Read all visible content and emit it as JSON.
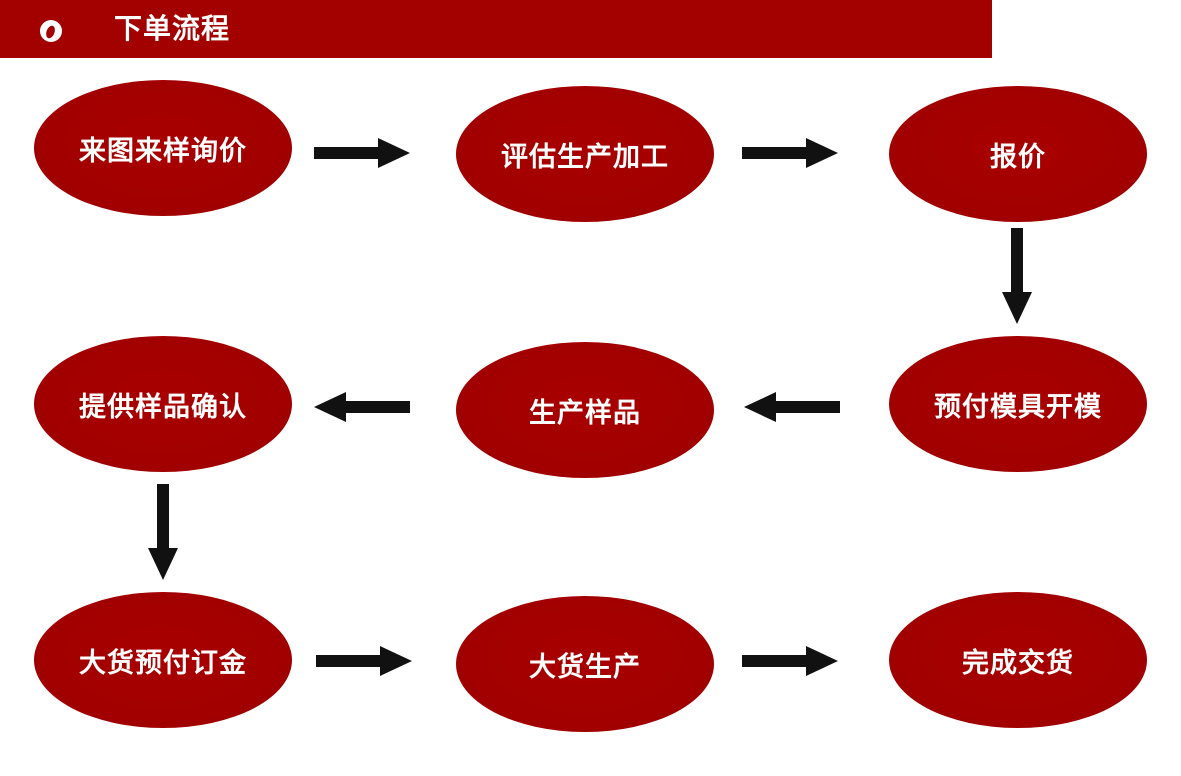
{
  "header": {
    "title": "下单流程",
    "logo_icon": "circle-logo-icon",
    "bar_color": "#a30000"
  },
  "colors": {
    "step_fill": "#a30000",
    "step_text": "#ffffff",
    "arrow": "#111111"
  },
  "steps": [
    {
      "label": "来图来样询价"
    },
    {
      "label": "评估生产加工"
    },
    {
      "label": "报价"
    },
    {
      "label": "预付模具开模"
    },
    {
      "label": "生产样品"
    },
    {
      "label": "提供样品确认"
    },
    {
      "label": "大货预付订金"
    },
    {
      "label": "大货生产"
    },
    {
      "label": "完成交货"
    }
  ],
  "arrows": [
    {
      "from": 0,
      "to": 1,
      "direction": "right"
    },
    {
      "from": 1,
      "to": 2,
      "direction": "right"
    },
    {
      "from": 2,
      "to": 3,
      "direction": "down"
    },
    {
      "from": 3,
      "to": 4,
      "direction": "left"
    },
    {
      "from": 4,
      "to": 5,
      "direction": "left"
    },
    {
      "from": 5,
      "to": 6,
      "direction": "down"
    },
    {
      "from": 6,
      "to": 7,
      "direction": "right"
    },
    {
      "from": 7,
      "to": 8,
      "direction": "right"
    }
  ]
}
